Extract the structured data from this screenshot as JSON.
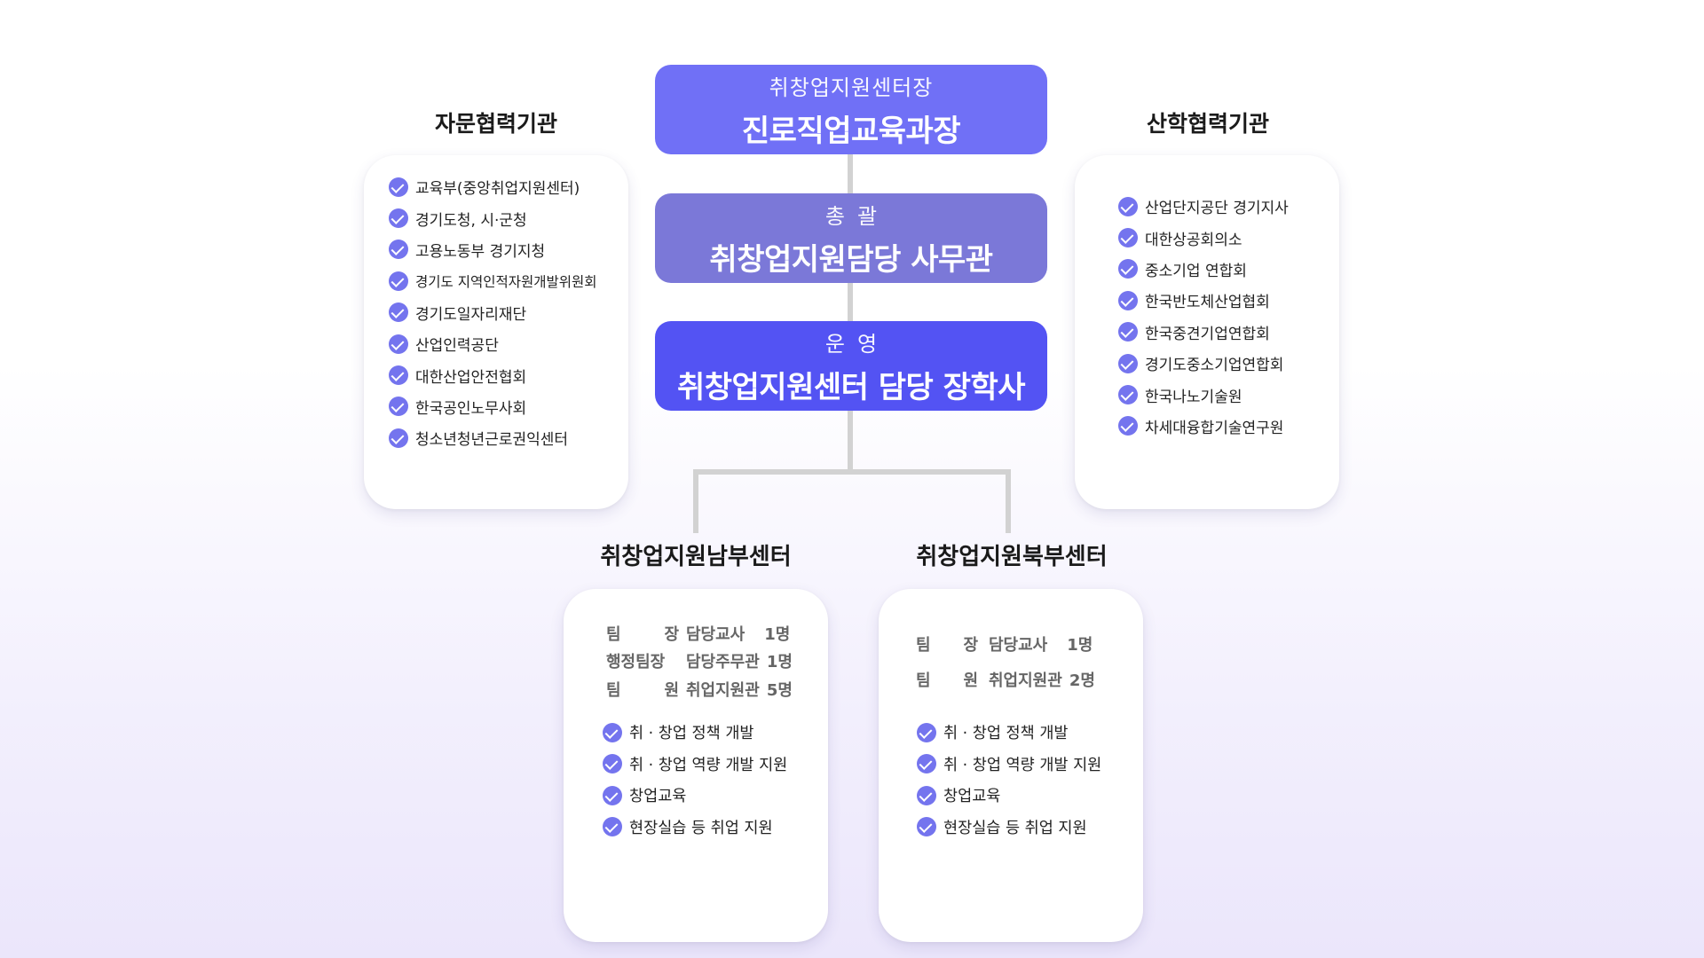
{
  "hierarchy": [
    {
      "sub": "취창업지원센터장",
      "main": "진로직업교육과장"
    },
    {
      "sub": "총괄",
      "main": "취창업지원담당 사무관"
    },
    {
      "sub": "운영",
      "main": "취창업지원센터 담당 장학사"
    }
  ],
  "advisory": {
    "title": "자문협력기관",
    "items": [
      "교육부(중앙취업지원센터)",
      "경기도청, 시·군청",
      "고용노동부 경기지청",
      "경기도 지역인적자원개발위원회",
      "경기도일자리재단",
      "산업인력공단",
      "대한산업안전협회",
      "한국공인노무사회",
      "청소년청년근로권익센터"
    ]
  },
  "industry": {
    "title": "산학협력기관",
    "items": [
      "산업단지공단 경기지사",
      "대한상공회의소",
      "중소기업 연합회",
      "한국반도체산업협회",
      "한국중견기업연합회",
      "경기도중소기업연합회",
      "한국나노기술원",
      "차세대융합기술연구원"
    ]
  },
  "south_center": {
    "title": "취창업지원남부센터",
    "staff": [
      {
        "title_a": "팀",
        "title_b": "장",
        "duty": "담당교사",
        "count": "1명"
      },
      {
        "title_a": "행정팀장",
        "title_b": "",
        "duty": "담당주무관",
        "count": "1명"
      },
      {
        "title_a": "팀",
        "title_b": "원",
        "duty": "취업지원관",
        "count": "5명"
      }
    ],
    "tasks": [
      "취 · 창업 정책 개발",
      "취 · 창업 역량 개발 지원",
      "창업교육",
      "현장실습 등 취업 지원"
    ]
  },
  "north_center": {
    "title": "취창업지원북부센터",
    "staff": [
      {
        "title_a": "팀",
        "title_b": "장",
        "duty": "담당교사",
        "count": "1명"
      },
      {
        "title_a": "팀",
        "title_b": "원",
        "duty": "취업지원관",
        "count": "2명"
      }
    ],
    "tasks": [
      "취 · 창업 정책 개발",
      "취 · 창업 역량 개발 지원",
      "창업교육",
      "현장실습 등 취업 지원"
    ]
  }
}
